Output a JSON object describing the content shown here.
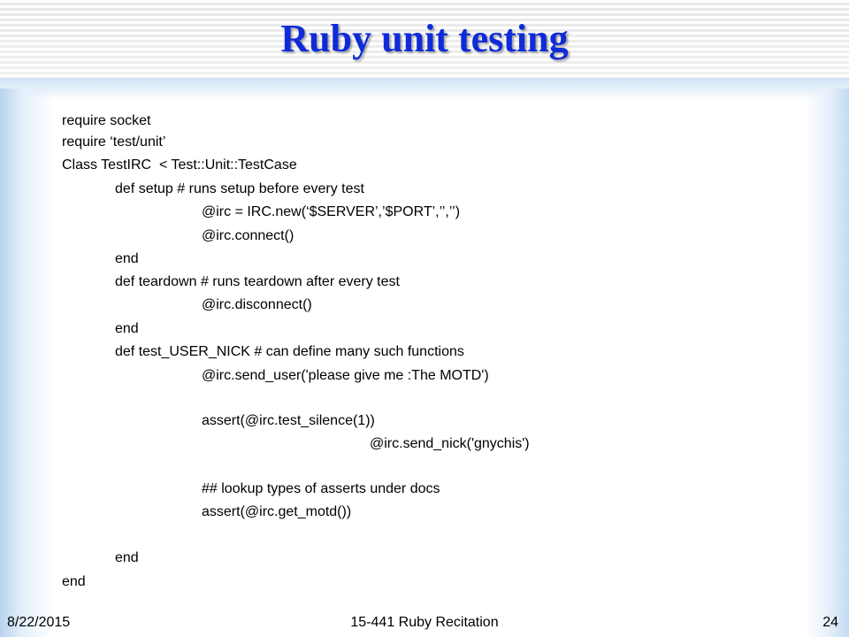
{
  "slide": {
    "title": "Ruby unit testing",
    "code_lines": [
      "require socket",
      "require ‘test/unit’",
      "Class TestIRC  < Test::Unit::TestCase",
      "def setup # runs setup before every test",
      "@irc = IRC.new(‘$SERVER’,’$PORT’,’’,’’)",
      "@irc.connect()",
      "end",
      "def teardown # runs teardown after every test",
      "@irc.disconnect()",
      "end",
      "def test_USER_NICK # can define many such functions",
      "@irc.send_user('please give me :The MOTD')",
      "assert(@irc.test_silence(1))",
      "@irc.send_nick('gnychis')",
      "## lookup types of asserts under docs",
      "assert(@irc.get_motd())",
      "end",
      "end"
    ]
  },
  "footer": {
    "date": "8/22/2015",
    "course": "15-441 Ruby Recitation",
    "page": "24"
  },
  "colors": {
    "title": "#0f2bd9",
    "accent_blue": "#b8d3ef"
  }
}
